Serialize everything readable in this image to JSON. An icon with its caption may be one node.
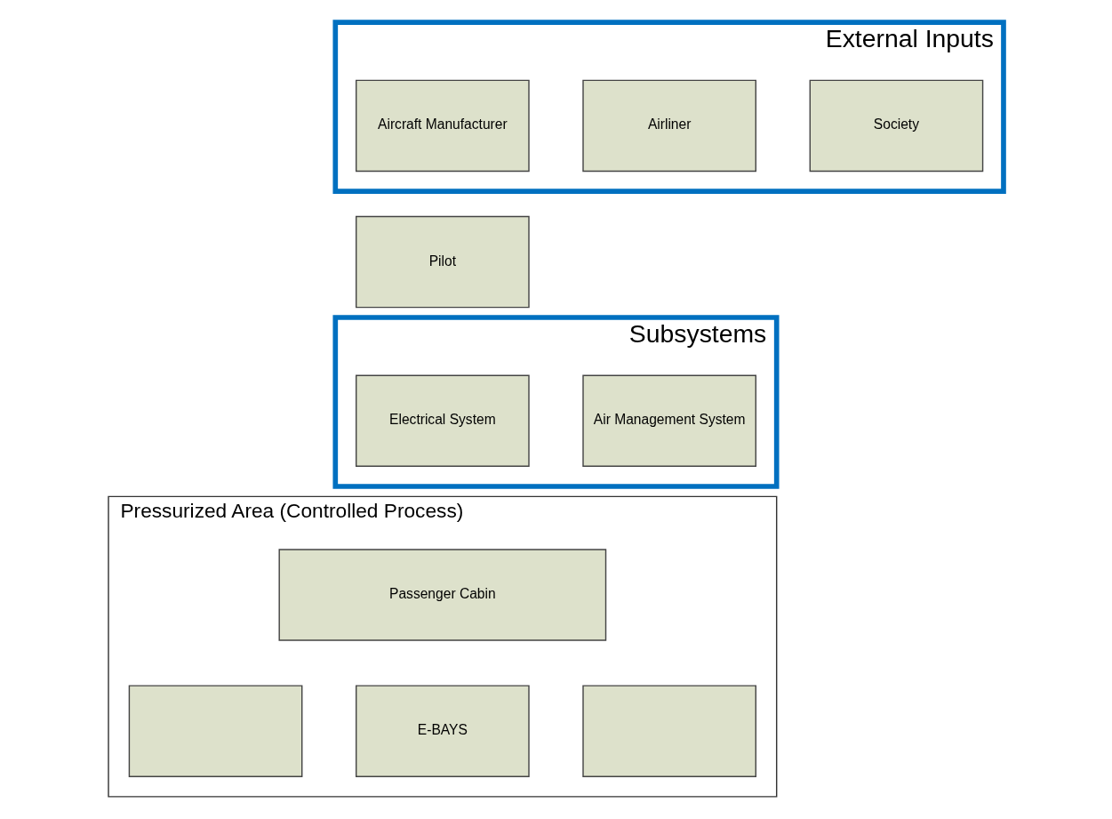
{
  "diagram": {
    "nodes": [
      {
        "text": [
          "External Inputs"
        ]
      },
      {
        "text": [
          "Aircraft Manufacturer"
        ],
        "in": 0
      },
      {
        "text": [
          "Airliner"
        ],
        "in": 0
      },
      {
        "text": [
          "Society"
        ],
        "in": 0
      },
      {
        "text": [
          "Pilot"
        ]
      },
      {
        "text": [
          "Subsystems"
        ]
      },
      {
        "text": [
          "Electrical System"
        ],
        "in": 5
      },
      {
        "text": [
          "Air Management System"
        ],
        "in": 5
      },
      {
        "text": [
          "Pressurized Area (Controlled Process)"
        ]
      },
      {
        "text": [
          "Passenger Cabin"
        ],
        "in": 8
      },
      {
        "text": [],
        "shape": "box",
        "in": 8
      },
      {
        "text": [
          "E-BAYS"
        ],
        "in": 8
      },
      {
        "text": [],
        "shape": "box",
        "in": 8
      }
    ],
    "edges": []
  }
}
